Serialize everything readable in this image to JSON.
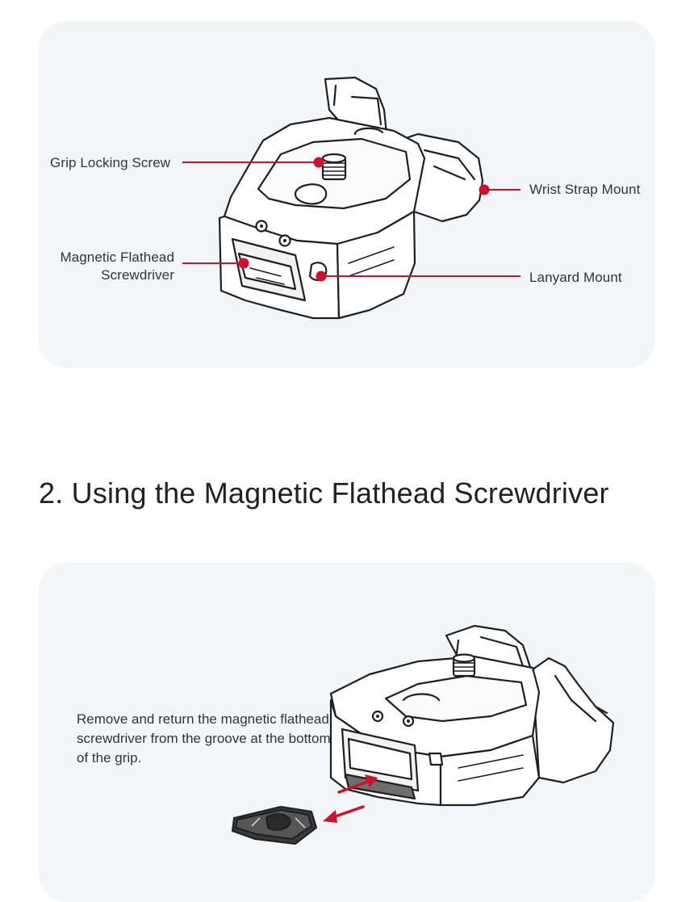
{
  "diagram1": {
    "labels": {
      "grip_locking_screw": "Grip Locking Screw",
      "wrist_strap_mount": "Wrist Strap Mount",
      "magnetic_flathead_screwdriver_line1": "Magnetic Flathead",
      "magnetic_flathead_screwdriver_line2": "Screwdriver",
      "lanyard_mount": "Lanyard Mount"
    },
    "accent_color": "#d0112b"
  },
  "section2": {
    "heading": "2. Using the Magnetic Flathead Screwdriver",
    "description": "Remove and return the magnetic flathead screwdriver from the groove at the bottom of the grip."
  }
}
